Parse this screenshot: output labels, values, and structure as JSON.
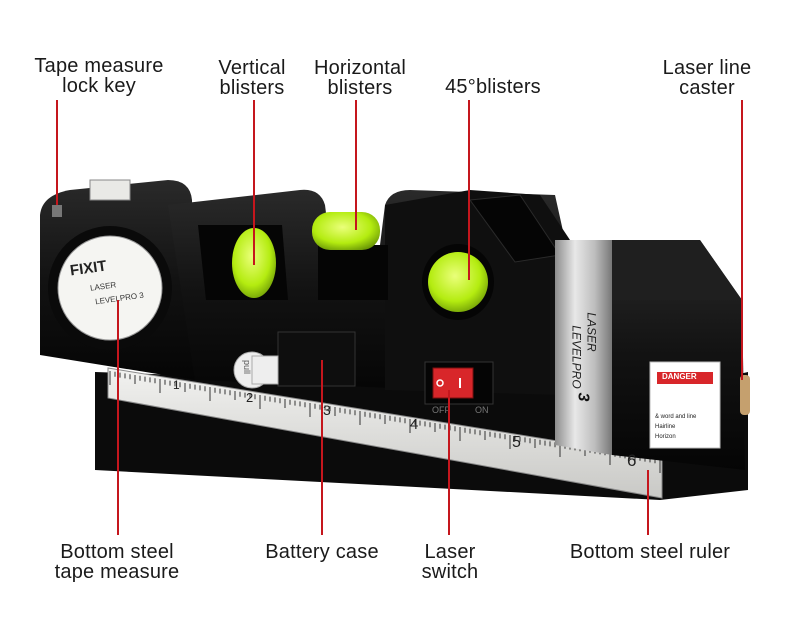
{
  "callouts": {
    "tape_lock": "Tape measure\nlock key",
    "vertical_blisters": "Vertical\nblisters",
    "horizontal_blisters": "Horizontal\nblisters",
    "deg45_blisters": "45°blisters",
    "laser_caster": "Laser line\ncaster",
    "bottom_tape": "Bottom steel\ntape measure",
    "battery_case": "Battery case",
    "laser_switch": "Laser\nswitch",
    "bottom_ruler": "Bottom steel ruler"
  },
  "device": {
    "brand": "FIXIT",
    "disc_text_1": "LASER",
    "disc_text_2": "LEVELPRO 3",
    "side_text_1": "LASER",
    "side_text_2": "LEVELPRO",
    "side_model": "3",
    "switch_off": "OFF",
    "switch_on": "ON",
    "warning_title": "DANGER",
    "warning_lines": [
      "& word and line",
      "Hairline",
      "Horizon"
    ],
    "tab_text": "pull",
    "ruler_numbers": [
      "1",
      "2",
      "3",
      "4",
      "5",
      "6"
    ]
  },
  "colors": {
    "leader": "#c5161d",
    "body": "#141414",
    "blister": "#b6f01c",
    "switch": "#d8262a",
    "ruler": "#d9d9d6"
  }
}
